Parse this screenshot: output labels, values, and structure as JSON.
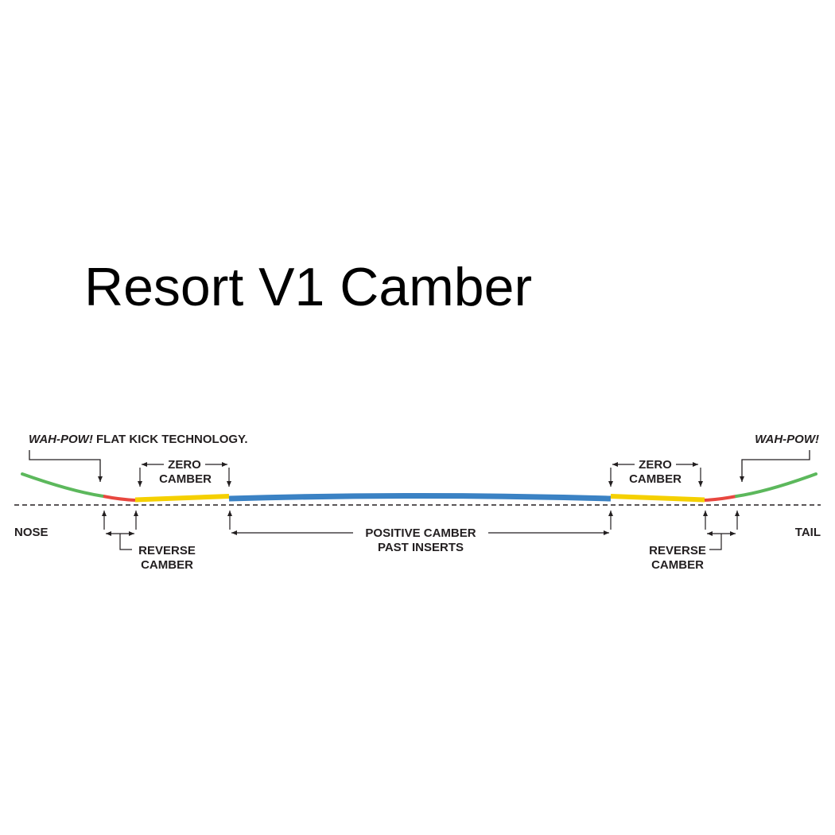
{
  "title": "Resort V1 Camber",
  "labels": {
    "nose": "NOSE",
    "tail": "TAIL",
    "wah_pow_left_italic": "WAH-POW!",
    "wah_pow_left_rest": " FLAT KICK TECHNOLOGY.",
    "wah_pow_right": "WAH-POW!",
    "zero_camber_left_1": "ZERO",
    "zero_camber_left_2": "CAMBER",
    "zero_camber_right_1": "ZERO",
    "zero_camber_right_2": "CAMBER",
    "reverse_camber_left_1": "REVERSE",
    "reverse_camber_left_2": "CAMBER",
    "reverse_camber_right_1": "REVERSE",
    "reverse_camber_right_2": "CAMBER",
    "positive_camber_1": "POSITIVE CAMBER",
    "positive_camber_2": "PAST INSERTS"
  },
  "segments": [
    {
      "name": "nose-kick",
      "color": "#5cb85c"
    },
    {
      "name": "reverse-camber-nose",
      "color": "#e8473f"
    },
    {
      "name": "zero-camber-nose",
      "color": "#f5d000"
    },
    {
      "name": "positive-camber",
      "color": "#3b82c4"
    },
    {
      "name": "zero-camber-tail",
      "color": "#f5d000"
    },
    {
      "name": "reverse-camber-tail",
      "color": "#e8473f"
    },
    {
      "name": "tail-kick",
      "color": "#5cb85c"
    }
  ]
}
